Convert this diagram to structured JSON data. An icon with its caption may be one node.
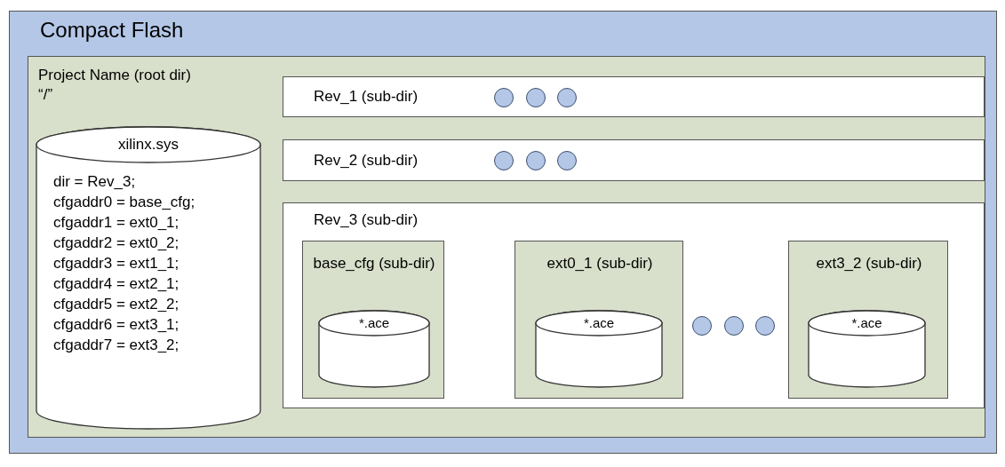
{
  "diagram": {
    "nodes": [
      {
        "text": [
          "Compact Flash"
        ]
      },
      {
        "text": [
          "Project Name (root dir) “/”"
        ],
        "in": 0
      },
      {
        "text": [
          "xilinx.sys",
          "dir = Rev_3;",
          "cfgaddr0 = base_cfg;",
          "cfgaddr1 = ext0_1;",
          "cfgaddr2 = ext0_2;",
          "cfgaddr3 = ext1_1;",
          "cfgaddr4 = ext2_1;",
          "cfgaddr5 = ext2_2;",
          "cfgaddr6 = ext3_1;",
          "cfgaddr7 = ext3_2;"
        ],
        "in": 1
      },
      {
        "text": [
          "Rev_1 (sub-dir)"
        ],
        "in": 1
      },
      {
        "text": [],
        "shape": "circle",
        "in": 3
      },
      {
        "text": [],
        "shape": "circle",
        "in": 3
      },
      {
        "text": [],
        "shape": "circle",
        "in": 3
      },
      {
        "text": [
          "Rev_2 (sub-dir)"
        ],
        "in": 1
      },
      {
        "text": [],
        "shape": "circle",
        "in": 7
      },
      {
        "text": [],
        "shape": "circle",
        "in": 7
      },
      {
        "text": [],
        "shape": "circle",
        "in": 7
      },
      {
        "text": [
          "Rev_3 (sub-dir)"
        ],
        "in": 1
      },
      {
        "text": [
          "base_cfg (sub-dir)"
        ],
        "in": 11
      },
      {
        "text": [
          "*.ace"
        ],
        "in": 12
      },
      {
        "text": [
          "ext0_1 (sub-dir)"
        ],
        "in": 11
      },
      {
        "text": [
          "*.ace"
        ],
        "in": 14
      },
      {
        "text": [],
        "shape": "circle",
        "in": 11
      },
      {
        "text": [],
        "shape": "circle",
        "in": 11
      },
      {
        "text": [],
        "shape": "circle",
        "in": 11
      },
      {
        "text": [
          "ext3_2 (sub-dir)"
        ],
        "in": 11
      },
      {
        "text": [
          "*.ace"
        ],
        "in": 19
      }
    ]
  }
}
